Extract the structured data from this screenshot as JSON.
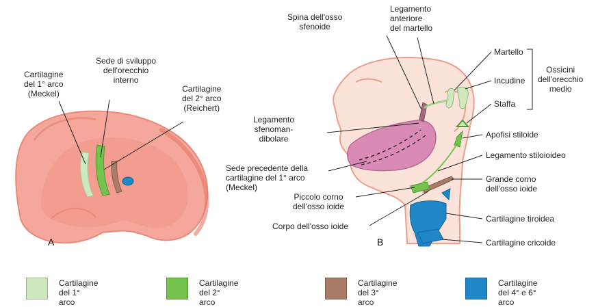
{
  "colors": {
    "cart_arch1": "#cfe8bf",
    "cart_arch2": "#74c34f",
    "cart_arch3": "#a87c66",
    "cart_arch46": "#1f86c7",
    "embryo_skin": "#f4a79a",
    "face_skin": "#fbe3da",
    "face_outline": "#e99f8c",
    "mouth_tissue": "#d98bb6"
  },
  "panels": {
    "a": "A",
    "b": "B"
  },
  "labels_a": {
    "arch1": "Cartilagine\ndel 1° arco\n(Meckel)",
    "inner_ear": "Sede di sviluppo\ndell'orecchio\ninterno",
    "arch2": "Cartilagine\ndel 2° arco\n(Reichert)"
  },
  "labels_b": {
    "spina": "Spina dell'osso\nsfenoide",
    "leg_ant_martello": "Legamento\nanteriore\ndel martello",
    "martello": "Martello",
    "incudine": "Incudine",
    "staffa": "Staffa",
    "ossicini": "Ossicini\ndell'orecchio\nmedio",
    "sfenomandibolare": "Legamento\nsfenoman-\ndibolare",
    "apofisi": "Apofisi stiloide",
    "stiloioideo": "Legamento stiloioideo",
    "sede_precedente": "Sede precedente della\ncartilagine del 1° arco\n(Meckel)",
    "grande_corno": "Grande corno\ndell'osso ioide",
    "piccolo_corno": "Piccolo corno\ndell'osso ioide",
    "corpo_ioide": "Corpo dell'osso ioide",
    "tiroidea": "Cartilagine tiroidea",
    "cricoide": "Cartilagine cricoide"
  },
  "legend": [
    {
      "label": "Cartilagine\ndel 1° arco",
      "color": "#cfe8bf"
    },
    {
      "label": "Cartilagine\ndel 2° arco",
      "color": "#74c34f"
    },
    {
      "label": "Cartilagine\ndel 3° arco",
      "color": "#a87c66"
    },
    {
      "label": "Cartilagine\ndel 4° e 6° arco",
      "color": "#1f86c7"
    }
  ]
}
